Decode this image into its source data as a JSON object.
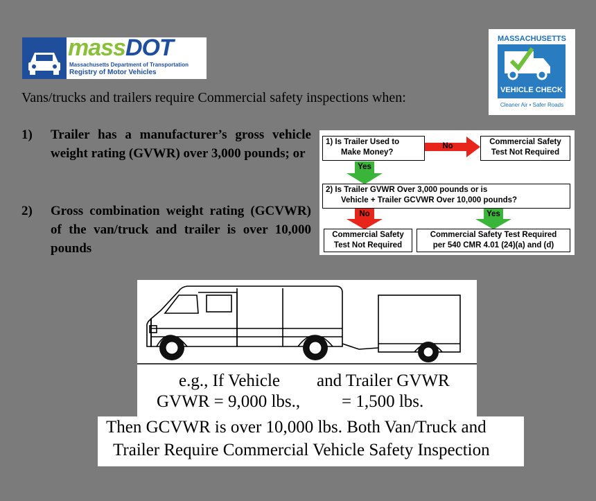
{
  "logos": {
    "massdot": {
      "brand_prefix": "mass",
      "brand_suffix": "DOT",
      "line1": "Massachusetts Department of Transportation",
      "line2": "Registry of Motor Vehicles"
    },
    "vehicle_check": {
      "top": "MASSACHUSETTS",
      "title": "VEHICLE CHECK",
      "tagline": "Cleaner Air • Safer Roads"
    }
  },
  "heading": "Vans/trucks and trailers require Commercial safety inspections when:",
  "criteria": [
    {
      "num": "1)",
      "text": "Trailer has a manufacturer’s gross vehicle weight rating (GVWR) over 3,000 pounds; or"
    },
    {
      "num": "2)",
      "text": "Gross combination weight rating (GCVWR) of the van/truck and trailer is over 10,000 pounds"
    }
  ],
  "flowchart": {
    "q1_line1": "1)  Is Trailer Used to",
    "q1_line2": "Make Money?",
    "no1": "No",
    "result_top_line1": "Commercial Safety",
    "result_top_line2": "Test Not Required",
    "yes1": "Yes",
    "q2_line1": "2)  Is Trailer GVWR Over 3,000 pounds or is",
    "q2_line2": "Vehicle + Trailer GCVWR Over 10,000 pounds?",
    "no2": "No",
    "yes2": "Yes",
    "result_left_line1": "Commercial Safety",
    "result_left_line2": "Test Not Required",
    "result_right_line1": "Commercial Safety Test Required",
    "result_right_line2": "per 540 CMR 4.01 (24)(a) and (d)",
    "colors": {
      "no": "#e8251b",
      "yes": "#3bb43a"
    }
  },
  "example": {
    "vehicle_line1": "e.g., If Vehicle",
    "vehicle_line2": "GVWR = 9,000 lbs.,",
    "trailer_line1": "and Trailer GVWR",
    "trailer_line2": "= 1,500 lbs.",
    "conclusion_line1": "Then GCVWR is over 10,000 lbs.  Both Van/Truck and",
    "conclusion_line2": "Trailer Require Commercial Vehicle Safety Inspection"
  }
}
